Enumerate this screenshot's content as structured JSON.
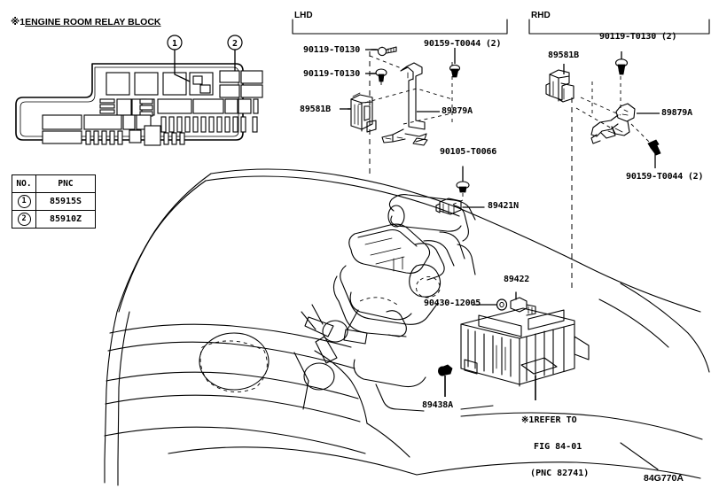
{
  "figure": {
    "code": "84G770A",
    "title_marker": "※1",
    "title": "ENGINE ROOM RELAY BLOCK"
  },
  "relay_block": {
    "callouts": [
      {
        "num": "1",
        "symbol": "①"
      },
      {
        "num": "2",
        "symbol": "②"
      }
    ]
  },
  "pnc_table": {
    "headers": [
      "NO.",
      "PNC"
    ],
    "rows": [
      {
        "no": "1",
        "no_symbol": "①",
        "pnc": "85915S"
      },
      {
        "no": "2",
        "no_symbol": "②",
        "pnc": "85910Z"
      }
    ]
  },
  "sections": {
    "lhd": {
      "label": "LHD",
      "parts": [
        {
          "id": "bolt-upper",
          "number": "90119-T0130"
        },
        {
          "id": "bolt-lower",
          "number": "90119-T0130"
        },
        {
          "id": "screw-right",
          "number": "90159-T0044 (2)"
        },
        {
          "id": "sensor",
          "number": "89581B"
        },
        {
          "id": "bracket",
          "number": "89879A"
        }
      ]
    },
    "rhd": {
      "label": "RHD",
      "parts": [
        {
          "id": "bolt",
          "number": "90119-T0130 (2)"
        },
        {
          "id": "sensor",
          "number": "89581B"
        },
        {
          "id": "bracket",
          "number": "89879A"
        },
        {
          "id": "screw",
          "number": "90159-T0044 (2)"
        }
      ]
    },
    "engine": {
      "parts": [
        {
          "id": "bolt-top",
          "number": "90105-T0066"
        },
        {
          "id": "sensor-intake",
          "number": "89421N"
        },
        {
          "id": "sensor-side",
          "number": "89422"
        },
        {
          "id": "nut",
          "number": "90430-12005"
        },
        {
          "id": "sensor-lower",
          "number": "89438A"
        }
      ]
    }
  },
  "reference_note": {
    "marker": "※1",
    "line1": "REFER TO",
    "line2": "FIG 84-01",
    "line3": "(PNC 82741)"
  },
  "colors": {
    "ink": "#000000",
    "paper": "#ffffff"
  }
}
